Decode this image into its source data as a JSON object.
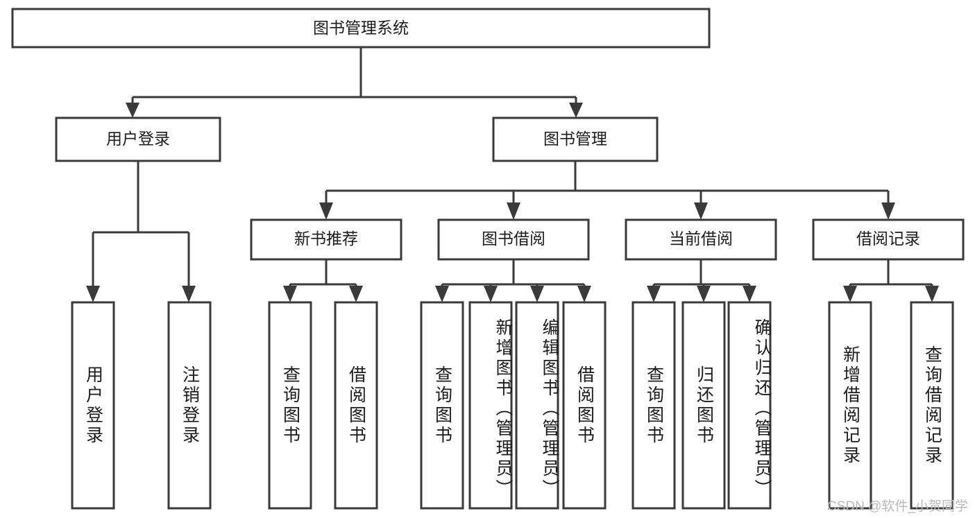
{
  "diagram": {
    "type": "tree",
    "title": "图书管理系统",
    "root": {
      "label": "图书管理系统"
    },
    "level2": [
      {
        "label": "用户登录"
      },
      {
        "label": "图书管理"
      }
    ],
    "level3": [
      {
        "label": "新书推荐"
      },
      {
        "label": "图书借阅"
      },
      {
        "label": "当前借阅"
      },
      {
        "label": "借阅记录"
      }
    ],
    "leaves": {
      "user_login": [
        {
          "label": "用户登录"
        },
        {
          "label": "注销登录"
        }
      ],
      "new_book_recommend": [
        {
          "label": "查询图书"
        },
        {
          "label": "借阅图书"
        }
      ],
      "book_borrow": [
        {
          "label": "查询图书"
        },
        {
          "label": "新增图书（管理员）"
        },
        {
          "label": "编辑图书（管理员）"
        },
        {
          "label": "借阅图书"
        }
      ],
      "current_borrow": [
        {
          "label": "查询图书"
        },
        {
          "label": "归还图书"
        },
        {
          "label": "确认归还（管理员）"
        }
      ],
      "borrow_record": [
        {
          "label": "新增借阅记录"
        },
        {
          "label": "查询借阅记录"
        }
      ]
    }
  },
  "watermark": {
    "text": "CSDN @软件_小贺同学"
  },
  "colors": {
    "stroke": "#3a3a3a",
    "box_fill": "#ffffff",
    "text": "#1b1b1b",
    "watermark": "#b8b8b8",
    "background": "#ffffff"
  }
}
